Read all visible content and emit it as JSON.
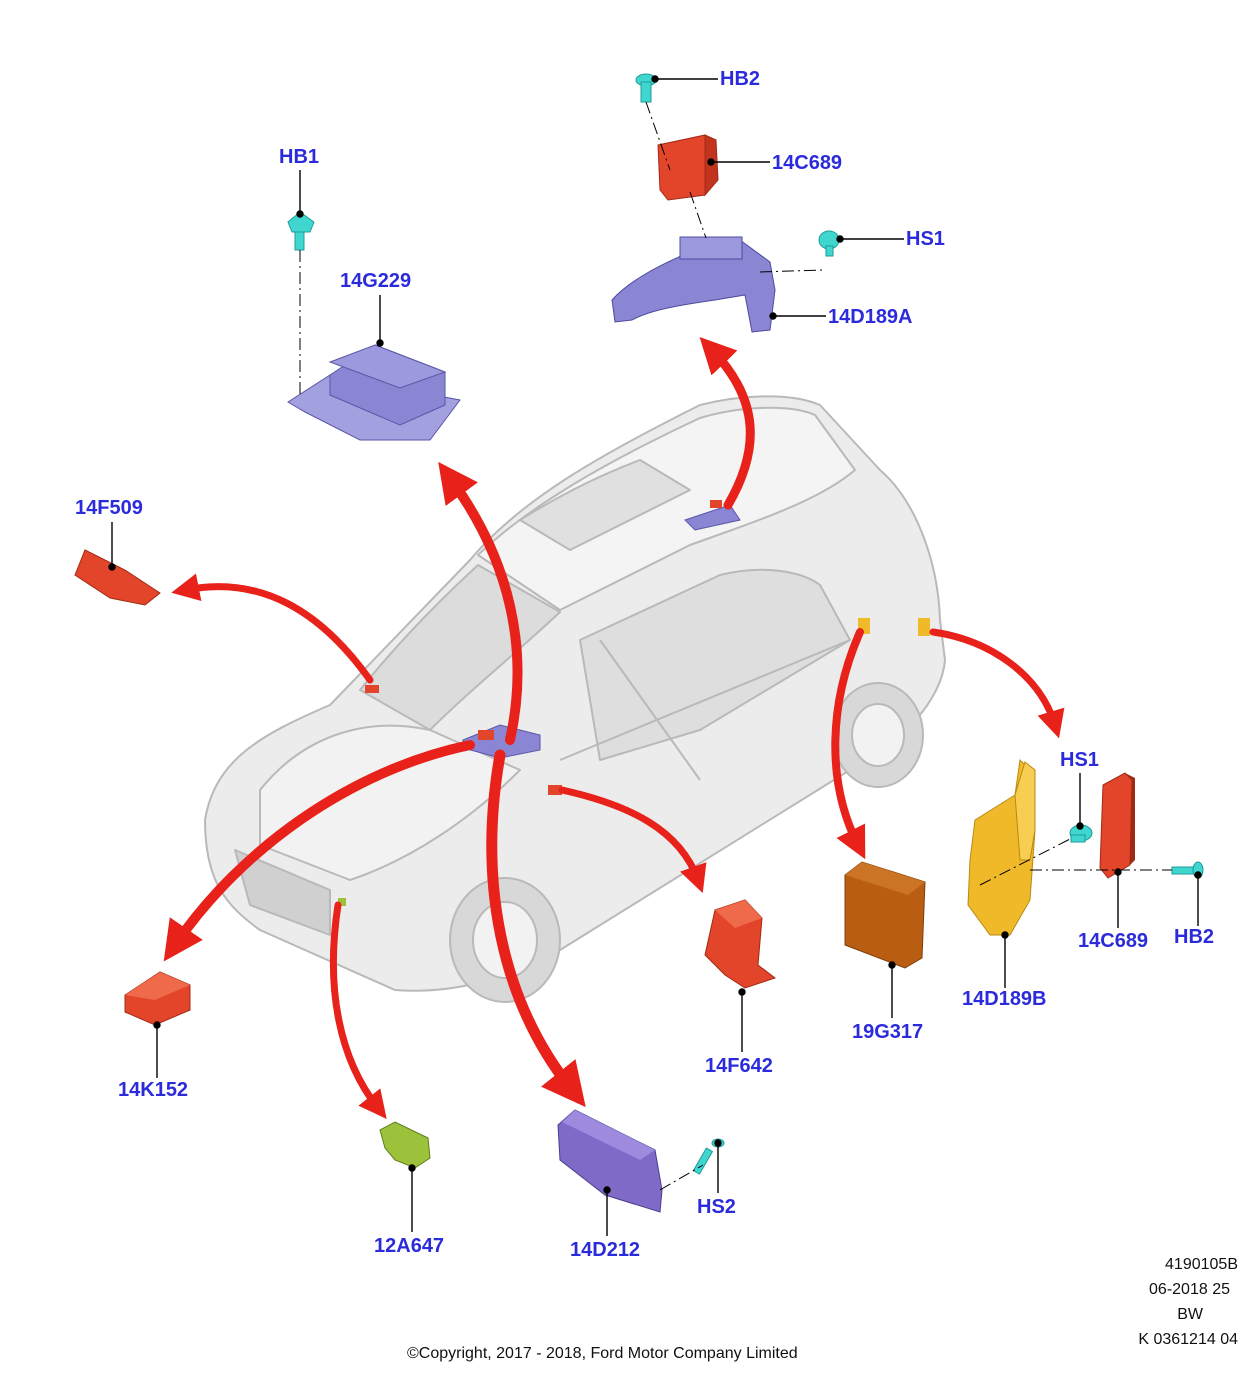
{
  "labels": {
    "hb2_top": "HB2",
    "c689_top": "14C689",
    "hs1_top": "HS1",
    "d189a": "14D189A",
    "hb1": "HB1",
    "g229": "14G229",
    "f509": "14F509",
    "hs1_right": "HS1",
    "c689_right": "14C689",
    "hb2_right": "HB2",
    "d189b": "14D189B",
    "g317": "19G317",
    "f642": "14F642",
    "k152": "14K152",
    "a647": "12A647",
    "d212": "14D212",
    "hs2": "HS2"
  },
  "reference": {
    "code": "4190105B",
    "date": "06-2018 25",
    "initials": "BW",
    "kcode": "K 0361214 04"
  },
  "copyright": "©Copyright, 2017 - 2018, Ford Motor Company Limited",
  "colors": {
    "label": "#2b2bdc",
    "arrow": "#e8221a",
    "module_purple": "#8a86d4",
    "module_red": "#e2452a",
    "module_orange": "#b85d12",
    "module_yellow": "#f0b92a",
    "module_green": "#9cc23c",
    "fastener_cyan": "#3fd6d0",
    "vehicle": "#e6e6e6"
  }
}
